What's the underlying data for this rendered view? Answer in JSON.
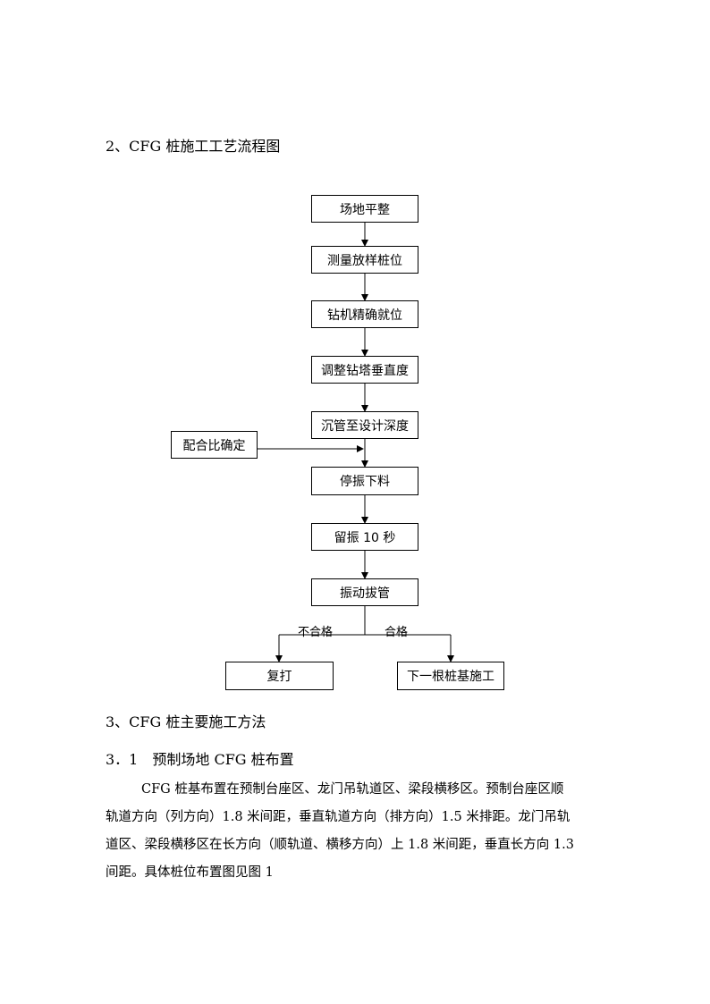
{
  "section2_title": "2、CFG 桩施工工艺流程图",
  "flowchart": {
    "steps": [
      "场地平整",
      "测量放样桩位",
      "钻机精确就位",
      "调整钻塔垂直度",
      "沉管至设计深度",
      "停振下料",
      "留振 10 秒",
      "振动拔管"
    ],
    "side_input": "配合比确定",
    "branch_fail_label": "不合格",
    "branch_pass_label": "合格",
    "fail_result": "复打",
    "pass_result": "下一根桩基施工"
  },
  "section3_title": "3、CFG 桩主要施工方法",
  "section31_title": "3．1　预制场地 CFG 桩布置",
  "paragraph_lines": [
    "CFG 桩基布置在预制台座区、龙门吊轨道区、梁段横移区。预制台座区顺",
    "轨道方向（列方向）1.8 米间距，垂直轨道方向（排方向）1.5 米排距。龙门吊轨",
    "道区、梁段横移区在长方向（顺轨道、横移方向）上 1.8 米间距，垂直长方向 1.3",
    "间距。具体桩位布置图见图 1"
  ]
}
